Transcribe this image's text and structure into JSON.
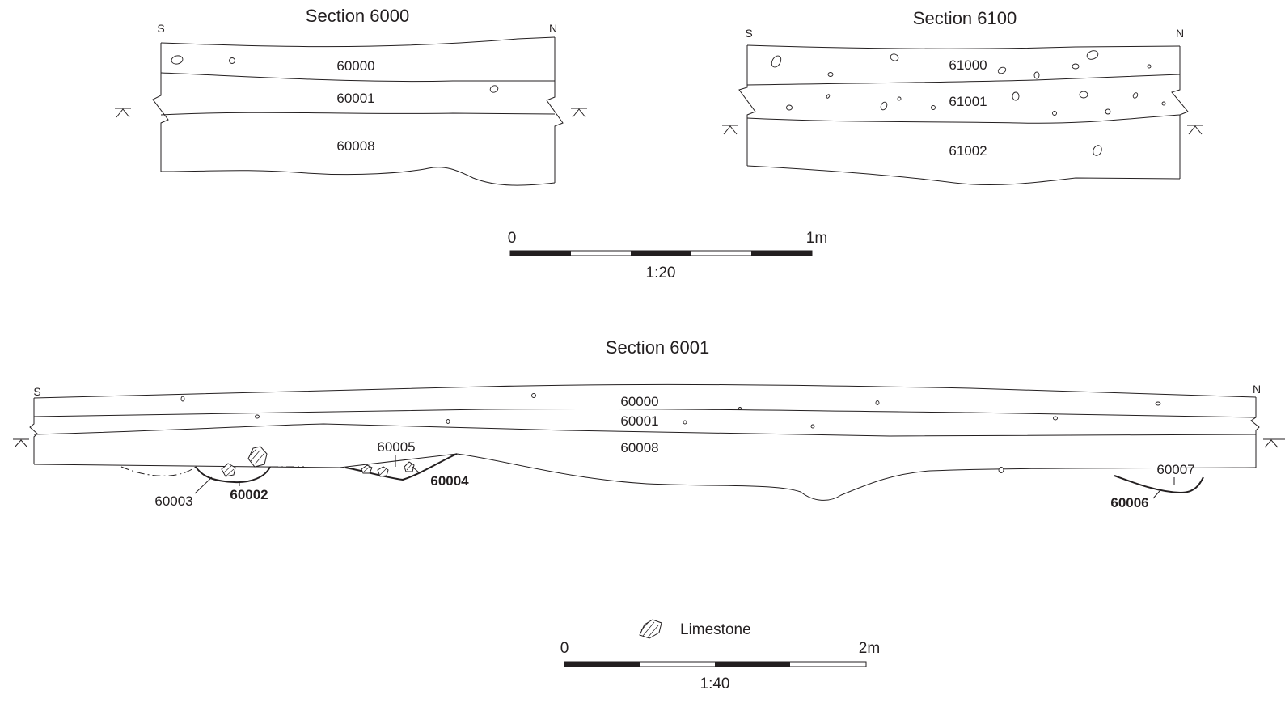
{
  "sections": [
    {
      "title": "Section 6000",
      "left_label": "S",
      "right_label": "N",
      "contexts": [
        "60000",
        "60001",
        "60008"
      ]
    },
    {
      "title": "Section 6100",
      "left_label": "S",
      "right_label": "N",
      "contexts": [
        "61000",
        "61001",
        "61002"
      ]
    },
    {
      "title": "Section 6001",
      "left_label": "S",
      "right_label": "N",
      "contexts": [
        "60000",
        "60001",
        "60008"
      ],
      "features": [
        {
          "cut": "60002",
          "fill": "60003"
        },
        {
          "cut": "60004",
          "fill": "60005"
        },
        {
          "cut": "60006",
          "fill": "60007"
        }
      ]
    }
  ],
  "scale_bars": [
    {
      "start_label": "0",
      "end_label": "1m",
      "ratio": "1:20"
    },
    {
      "start_label": "0",
      "end_label": "2m",
      "ratio": "1:40"
    }
  ],
  "legend": {
    "icon": "limestone-icon",
    "label": "Limestone"
  },
  "colors": {
    "ink": "#231f20",
    "paper": "#ffffff"
  }
}
